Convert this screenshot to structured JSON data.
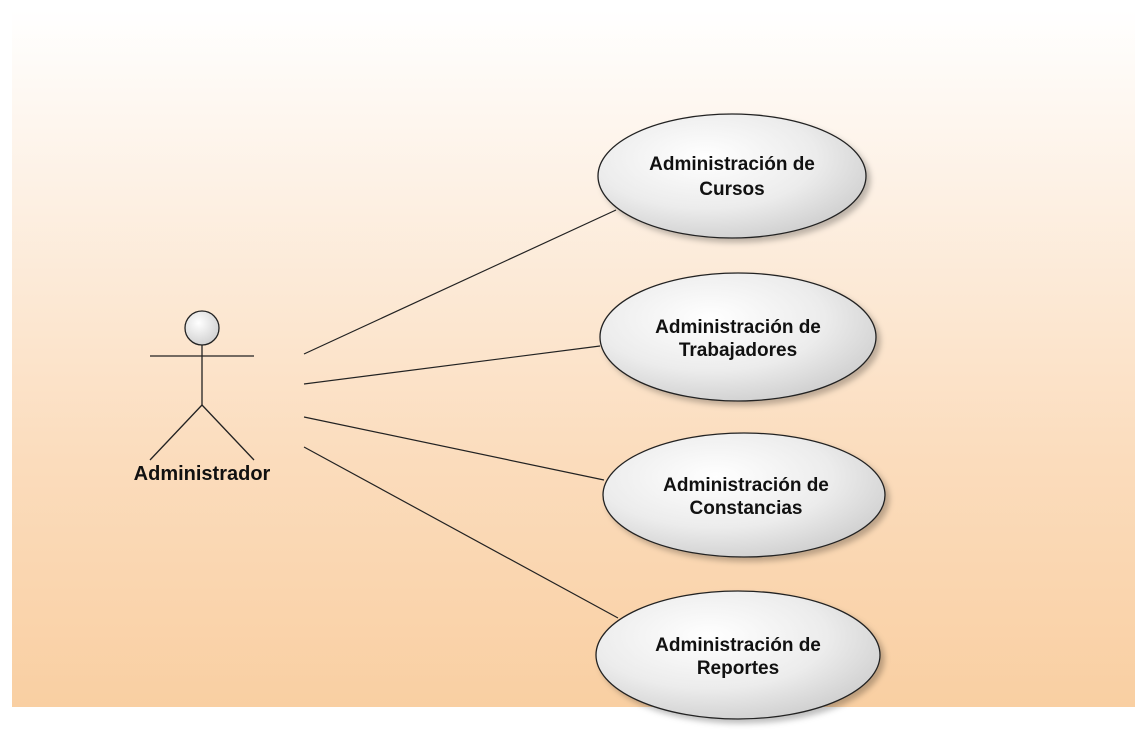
{
  "actor": {
    "name": "Administrador"
  },
  "use_cases": [
    {
      "line1": "Administración de",
      "line2": "Cursos"
    },
    {
      "line1": "Administración de",
      "line2": "Trabajadores"
    },
    {
      "line1": "Administración de",
      "line2": "Constancias"
    },
    {
      "line1": "Administración de",
      "line2": "Reportes"
    }
  ],
  "colors": {
    "background_top": "#ffffff",
    "background_bottom": "#f9cfa2",
    "ellipse_fill": "#e8e8e8",
    "stroke": "#222222"
  }
}
